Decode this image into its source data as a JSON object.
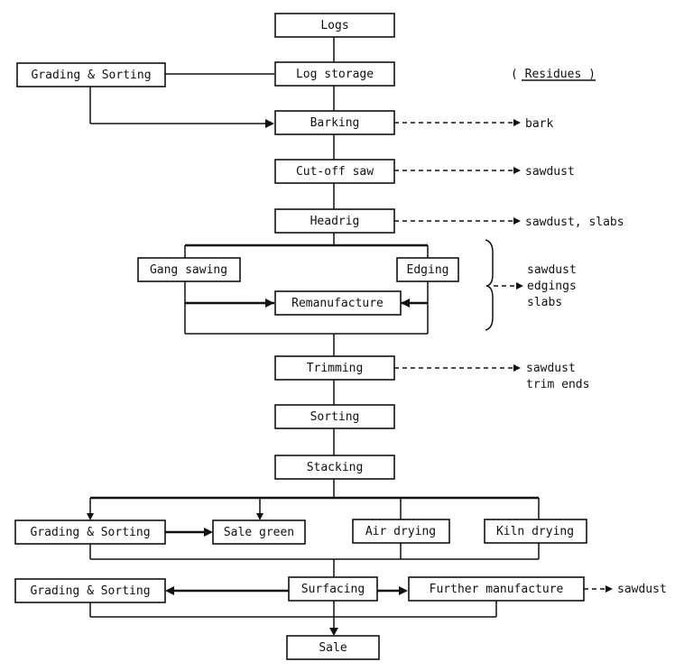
{
  "header_label": "( Residues )",
  "nodes": {
    "logs": "Logs",
    "log_storage": "Log storage",
    "grading_sorting_1": "Grading & Sorting",
    "barking": "Barking",
    "cutoff_saw": "Cut-off saw",
    "headrig": "Headrig",
    "gang_sawing": "Gang sawing",
    "edging": "Edging",
    "remanufacture": "Remanufacture",
    "trimming": "Trimming",
    "sorting": "Sorting",
    "stacking": "Stacking",
    "grading_sorting_2": "Grading & Sorting",
    "sale_green": "Sale green",
    "air_drying": "Air drying",
    "kiln_drying": "Kiln drying",
    "grading_sorting_3": "Grading & Sorting",
    "surfacing": "Surfacing",
    "further_manufacture": "Further manufacture",
    "sale": "Sale"
  },
  "residues": {
    "barking": "bark",
    "cutoff": "sawdust",
    "headrig": "sawdust, slabs",
    "group": [
      "sawdust",
      "edgings",
      "slabs"
    ],
    "trimming": [
      "sawdust",
      "trim ends"
    ],
    "further": "sawdust"
  }
}
